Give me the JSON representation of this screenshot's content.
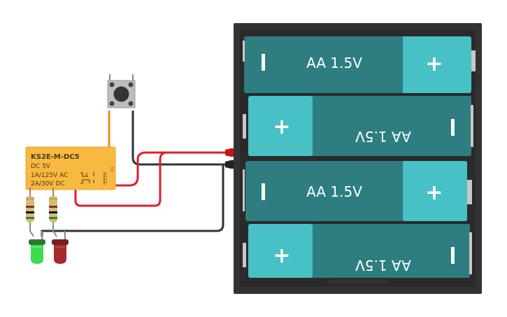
{
  "canvas": {
    "background": "#ffffff"
  },
  "relay": {
    "model": "KS2E-M-DC5",
    "spec_lines": [
      "DC 5V",
      "1A/125V AC",
      "2A/30V DC"
    ],
    "color": "#f7b940"
  },
  "pushbutton": {
    "color": "#bdbdbd"
  },
  "resistors": [
    {
      "bands": [
        "#7a3b14",
        "#111111",
        "#2a8a2a"
      ]
    },
    {
      "bands": [
        "#7a3b14",
        "#111111",
        "#2a8a2a"
      ]
    }
  ],
  "leds": [
    {
      "name": "green-led",
      "color": "#3ddc4a",
      "dark": "#2a7a30"
    },
    {
      "name": "red-led",
      "color": "#a52a2a",
      "dark": "#7a1e1e"
    }
  ],
  "battery_pack": {
    "cells": [
      {
        "label": "AA 1.5V",
        "positive": "+",
        "negative": "I",
        "orientation": "normal"
      },
      {
        "label": "AA 1.5V",
        "positive": "+",
        "negative": "I",
        "orientation": "flipped"
      },
      {
        "label": "AA 1.5V",
        "positive": "+",
        "negative": "I",
        "orientation": "normal"
      },
      {
        "label": "AA 1.5V",
        "positive": "+",
        "negative": "I",
        "orientation": "flipped"
      }
    ],
    "cell_color": "#2e7d80",
    "cap_color": "#47c1c6",
    "case_color": "#333333"
  },
  "wires": {
    "red": "#e0202a",
    "black": "#333333",
    "orange": "#f08a10"
  }
}
